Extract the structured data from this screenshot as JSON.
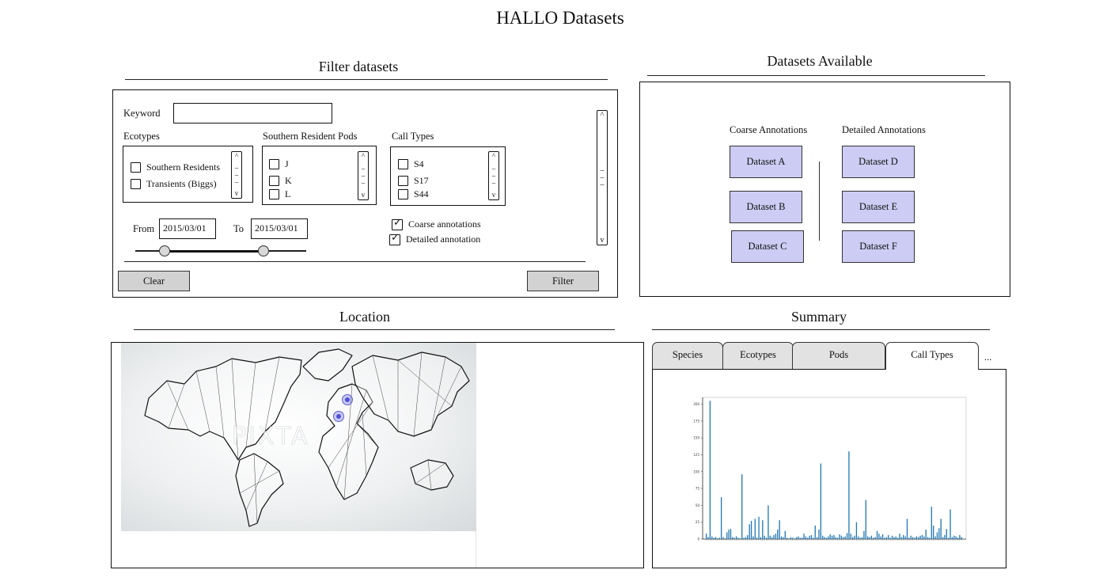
{
  "page": {
    "title": "HALLO Datasets"
  },
  "filter": {
    "title": "Filter datasets",
    "keyword_label": "Keyword",
    "keyword_value": "",
    "ecotypes": {
      "label": "Ecotypes",
      "items": [
        "Southern Residents",
        "Transients (Biggs)"
      ]
    },
    "pods": {
      "label": "Southern Resident Pods",
      "items": [
        "J",
        "K",
        "L"
      ]
    },
    "call_types": {
      "label": "Call Types",
      "items": [
        "S4",
        "S17",
        "S44"
      ]
    },
    "from_label": "From",
    "from_value": "2015/03/01",
    "to_label": "To",
    "to_value": "2015/03/01",
    "coarse_annotations_label": "Coarse annotations",
    "coarse_annotations_checked": true,
    "detailed_annotation_label": "Detailed annotation",
    "detailed_annotation_checked": true,
    "clear_label": "Clear",
    "filter_label": "Filter"
  },
  "datasets": {
    "title": "Datasets Available",
    "coarse_label": "Coarse Annotations",
    "detailed_label": "Detailed Annotations",
    "coarse_items": [
      "Dataset A",
      "Dataset B",
      "Dataset C"
    ],
    "detailed_items": [
      "Dataset D",
      "Dataset E",
      "Dataset F"
    ]
  },
  "location": {
    "title": "Location",
    "watermark": "PIXTA"
  },
  "summary": {
    "title": "Summary",
    "tabs": [
      "Species",
      "Ecotypes",
      "Pods",
      "Call Types"
    ],
    "active_tab": "Call Types",
    "more": "..."
  },
  "chart_data": {
    "type": "bar",
    "color": "#1f77b4",
    "ylim": [
      0,
      210
    ],
    "yticks": [
      "200",
      "175",
      "150",
      "125",
      "100",
      "75",
      "50",
      "25",
      "0"
    ],
    "values": [
      8,
      3,
      205,
      4,
      2,
      3,
      1,
      2,
      62,
      3,
      1,
      10,
      14,
      15,
      3,
      2,
      4,
      2,
      1,
      96,
      2,
      3,
      6,
      22,
      27,
      4,
      30,
      2,
      33,
      3,
      28,
      5,
      2,
      50,
      5,
      3,
      6,
      8,
      14,
      28,
      4,
      3,
      12,
      2,
      1,
      3,
      2,
      1,
      3,
      4,
      2,
      2,
      8,
      4,
      2,
      5,
      6,
      2,
      20,
      3,
      14,
      112,
      5,
      3,
      2,
      4,
      7,
      5,
      6,
      3,
      2,
      7,
      5,
      3,
      4,
      9,
      130,
      8,
      3,
      5,
      25,
      4,
      2,
      3,
      12,
      58,
      4,
      3,
      5,
      2,
      3,
      12,
      8,
      4,
      7,
      2,
      3,
      6,
      2,
      5,
      3,
      4,
      2,
      8,
      3,
      6,
      4,
      30,
      2,
      5,
      3,
      2,
      4,
      3,
      5,
      6,
      4,
      14,
      3,
      2,
      48,
      20,
      4,
      10,
      16,
      30,
      3,
      6,
      15,
      2,
      44,
      3,
      5,
      4,
      2,
      6,
      3
    ]
  }
}
